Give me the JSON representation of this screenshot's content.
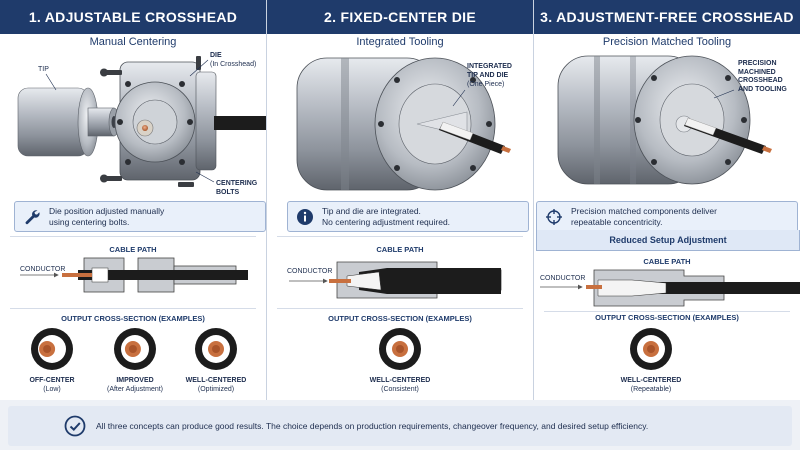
{
  "panels": [
    {
      "header": "1. ADJUSTABLE CROSSHEAD",
      "subtitle": "Manual Centering",
      "callouts": {
        "tip": "TIP",
        "die": "DIE",
        "die_sub": "(In Crosshead)",
        "bolts": "CENTERING\nBOLTS"
      },
      "info": "Die position adjusted manually\nusing centering bolts.",
      "info_icon": "wrench-icon",
      "cable_path": "CABLE PATH",
      "conductor": "CONDUCTOR",
      "output_title": "OUTPUT CROSS-SECTION (EXAMPLES)",
      "outputs": [
        {
          "label": "OFF-CENTER",
          "note": "(Low)",
          "offset": 0.35
        },
        {
          "label": "IMPROVED",
          "note": "(After Adjustment)",
          "offset": 0.15
        },
        {
          "label": "WELL-CENTERED",
          "note": "(Optimized)",
          "offset": 0
        }
      ]
    },
    {
      "header": "2. FIXED-CENTER DIE",
      "subtitle": "Integrated Tooling",
      "callouts": {
        "main": "INTEGRATED\nTIP AND DIE",
        "main_sub": "(One Piece)"
      },
      "info": "Tip and die are integrated.\nNo centering adjustment required.",
      "info_icon": "info-icon",
      "cable_path": "CABLE PATH",
      "conductor": "CONDUCTOR",
      "output_title": "OUTPUT CROSS-SECTION (EXAMPLES)",
      "outputs": [
        {
          "label": "WELL-CENTERED",
          "note": "(Consistent)",
          "offset": 0
        }
      ]
    },
    {
      "header": "3. ADJUSTMENT-FREE CROSSHEAD",
      "subtitle": "Precision Matched Tooling",
      "callouts": {
        "main": "PRECISION\nMACHINED\nCROSSHEAD\nAND TOOLING"
      },
      "info": "Precision matched components deliver\nrepeatable concentricity.",
      "info_icon": "crosshair-icon",
      "reduced": "Reduced Setup Adjustment",
      "cable_path": "CABLE PATH",
      "conductor": "CONDUCTOR",
      "output_title": "OUTPUT CROSS-SECTION (EXAMPLES)",
      "outputs": [
        {
          "label": "WELL-CENTERED",
          "note": "(Repeatable)",
          "offset": 0
        }
      ]
    }
  ],
  "footer": {
    "icon": "check-circle-icon",
    "text": "All three concepts can produce good results. The choice depends on production requirements, changeover frequency, and desired setup efficiency."
  },
  "colors": {
    "navy": "#1f3b6b",
    "copper": "#c8703f",
    "steel": "#a7adb6",
    "jacket": "#1c1c1c"
  }
}
